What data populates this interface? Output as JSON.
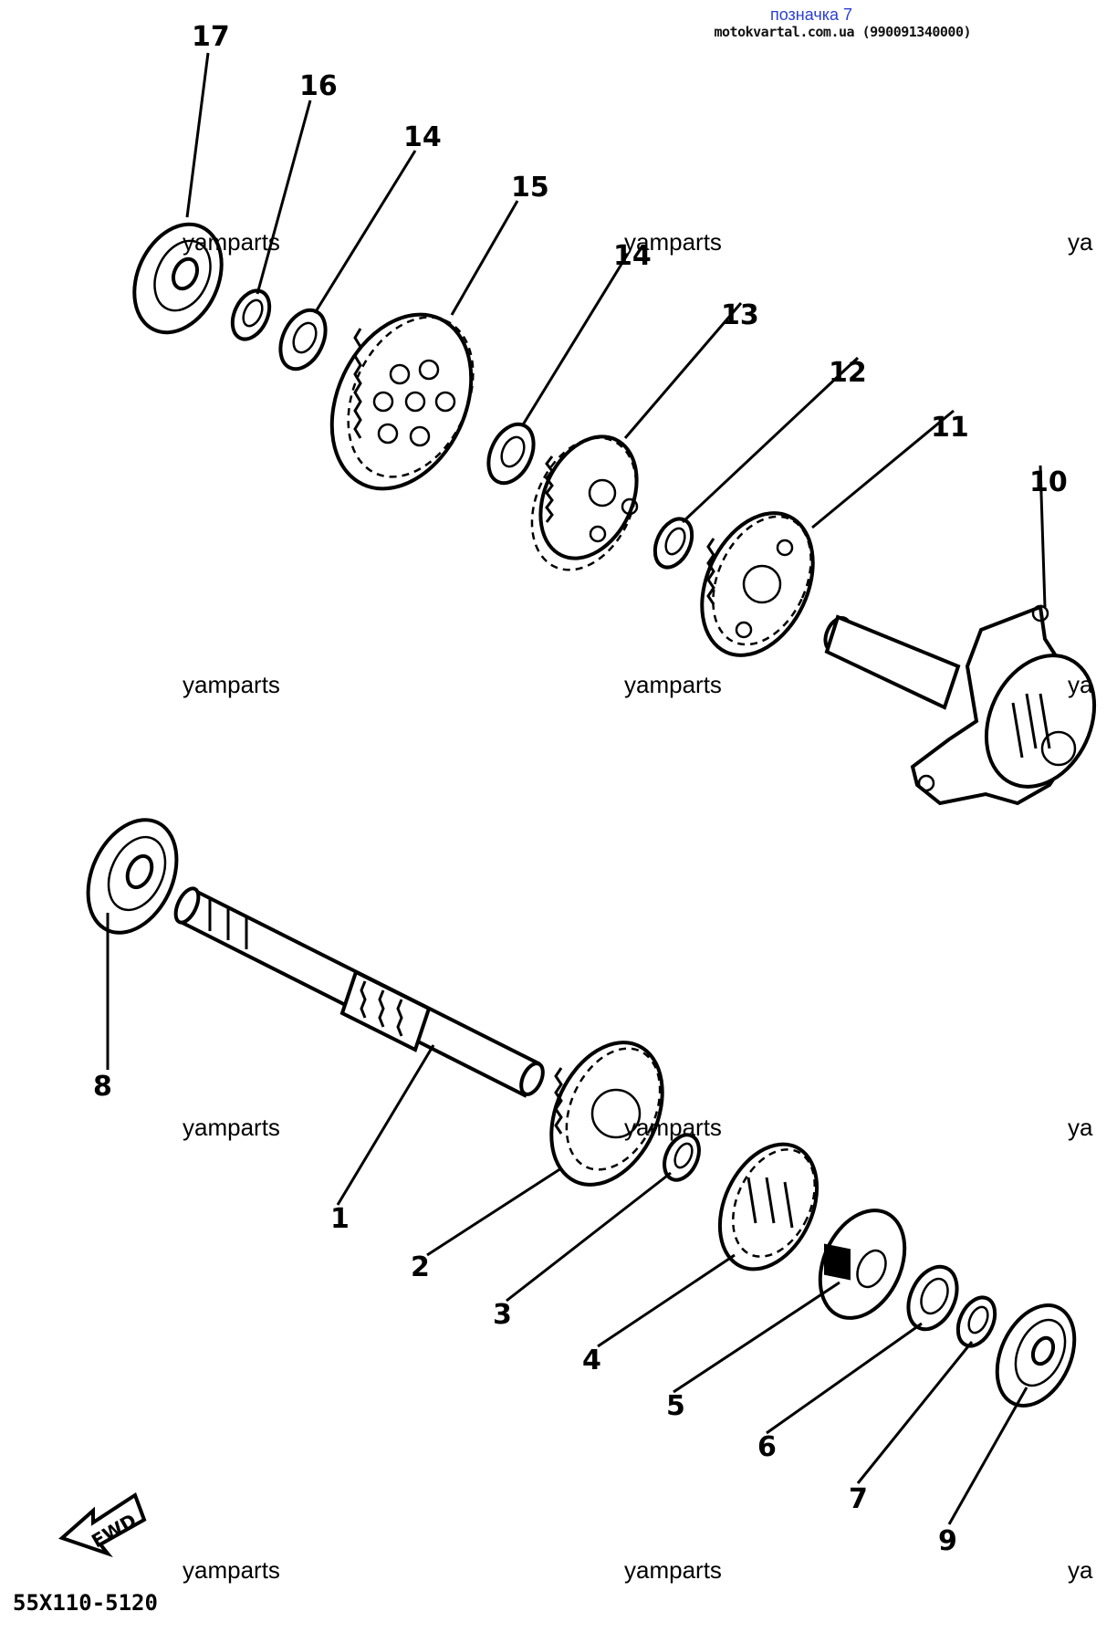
{
  "header": {
    "tag": "позначка 7",
    "source": "motokvartal.com.ua (990091340000)"
  },
  "watermarks": [
    "yamparts",
    "yamparts",
    "ya",
    "yamparts",
    "yamparts",
    "ya",
    "yamparts",
    "yamparts",
    "ya",
    "yamparts",
    "yamparts",
    "ya"
  ],
  "diagram_code": "55X110-5120",
  "fwd_label": "FWD",
  "callouts": [
    "1",
    "2",
    "3",
    "4",
    "5",
    "6",
    "7",
    "8",
    "9",
    "10",
    "11",
    "12",
    "13",
    "14",
    "14",
    "15",
    "16",
    "17"
  ]
}
